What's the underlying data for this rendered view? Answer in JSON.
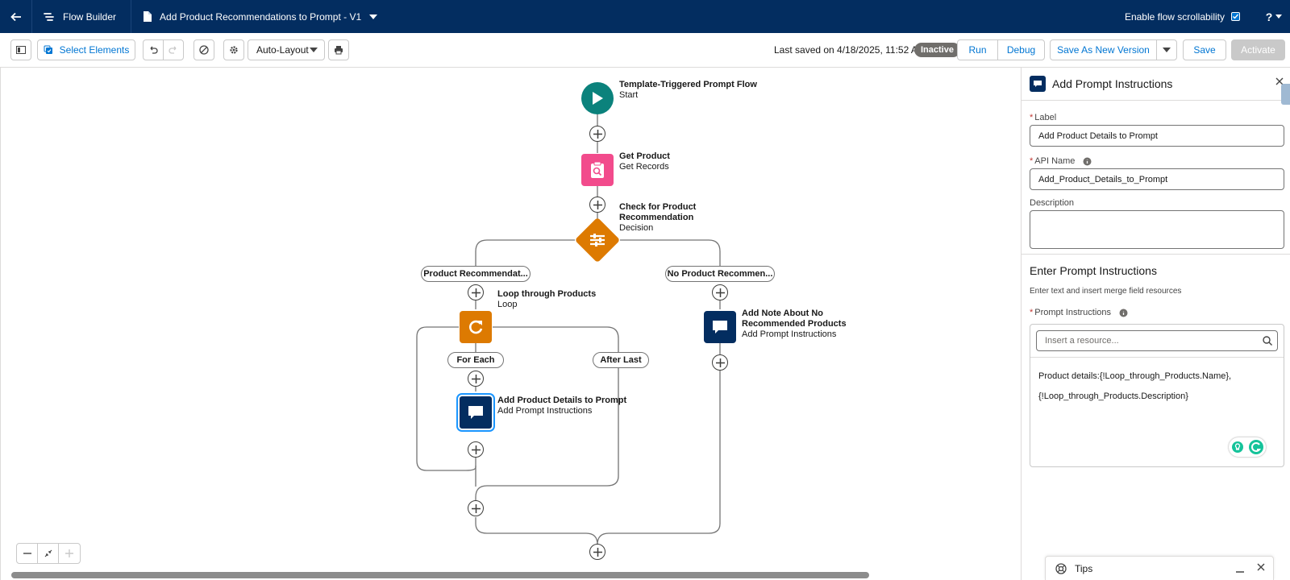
{
  "header": {
    "app_name": "Flow Builder",
    "flow_title": "Add Product Recommendations to Prompt - V1",
    "scroll_label": "Enable flow scrollability",
    "help_label": "?"
  },
  "toolbar": {
    "select_elements": "Select Elements",
    "layout_option": "Auto-Layout",
    "last_saved": "Last saved on 4/18/2025, 11:52 AM",
    "status_badge": "Inactive",
    "run": "Run",
    "debug": "Debug",
    "save_new_version": "Save As New Version",
    "save": "Save",
    "activate": "Activate"
  },
  "canvas": {
    "start": {
      "title": "Template-Triggered Prompt Flow",
      "type": "Start"
    },
    "get_product": {
      "title": "Get Product",
      "type": "Get Records"
    },
    "decision": {
      "title_line1": "Check for Product",
      "title_line2": "Recommendation",
      "type": "Decision"
    },
    "branch_left": "Product Recommendat...",
    "branch_right": "No Product Recommen...",
    "loop": {
      "title": "Loop through Products",
      "type": "Loop"
    },
    "for_each": "For Each",
    "after_last": "After Last",
    "add_details": {
      "title": "Add Product Details to Prompt",
      "type": "Add Prompt Instructions"
    },
    "add_note": {
      "title_line1": "Add Note About No",
      "title_line2": "Recommended Products",
      "type": "Add Prompt Instructions"
    }
  },
  "panel": {
    "title": "Add Prompt Instructions",
    "label_label": "Label",
    "label_value": "Add Product Details to Prompt",
    "api_label": "API Name",
    "api_value": "Add_Product_Details_to_Prompt",
    "description_label": "Description",
    "section_title": "Enter Prompt Instructions",
    "section_sub": "Enter text and insert merge field resources",
    "prompt_label": "Prompt Instructions",
    "resource_placeholder": "Insert a resource...",
    "prompt_line1": "Product details:{!Loop_through_Products.Name},",
    "prompt_line2": "{!Loop_through_Products.Description}"
  },
  "tips": {
    "label": "Tips"
  },
  "colors": {
    "header_bg": "#032d60",
    "start_node": "#0b827c",
    "get_records_node": "#f24b8c",
    "decision_node": "#dd7a01",
    "loop_node": "#dd7a01",
    "prompt_node": "#032d60",
    "accent": "#0176d3"
  }
}
